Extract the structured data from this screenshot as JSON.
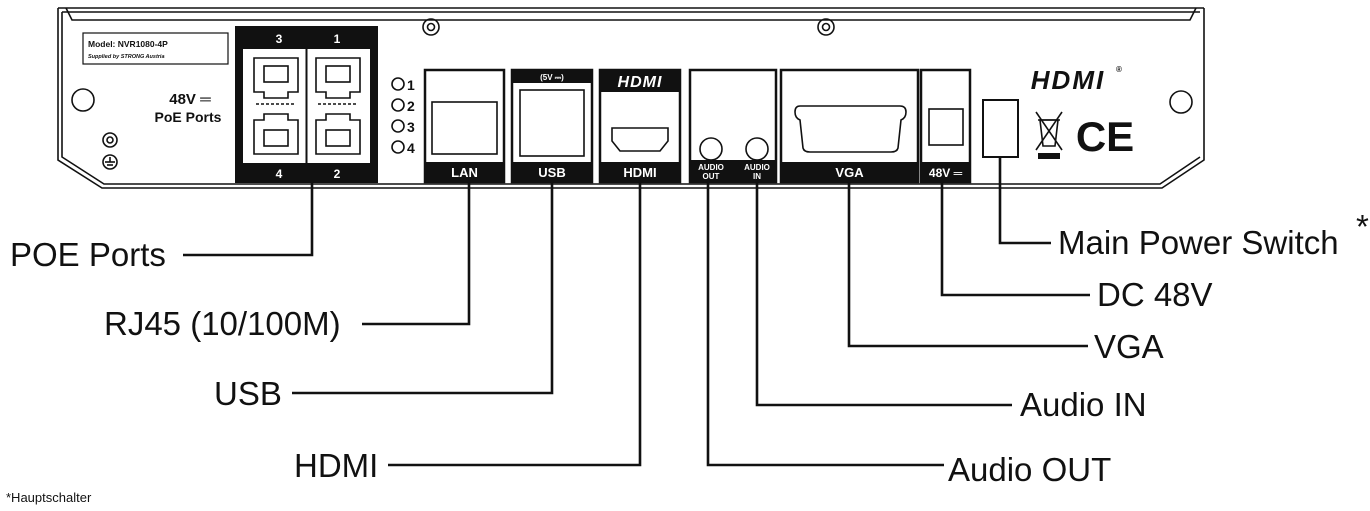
{
  "device": {
    "model": "Model: NVR1080-4P",
    "supplier": "Supplied by STRONG Austria",
    "poe_voltage": "48V ═",
    "poe_label": "PoE Ports",
    "poe_top_numbers": [
      "3",
      "1"
    ],
    "poe_bottom_numbers": [
      "4",
      "2"
    ],
    "leds": [
      "1",
      "2",
      "3",
      "4"
    ],
    "usb_spec": "(5V ⎓)",
    "hdmi_logo": "HDMI",
    "hdmi_logo_right": "HDMI",
    "registered_mark": "®",
    "ce_mark": "CE",
    "ground_icon": "ground-symbol",
    "weee_icon": "crossed-bin",
    "port_labels": {
      "lan": "LAN",
      "usb": "USB",
      "hdmi": "HDMI",
      "audio_out_1": "AUDIO",
      "audio_out_2": "OUT",
      "audio_in_1": "AUDIO",
      "audio_in_2": "IN",
      "vga": "VGA",
      "dc": "48V ═"
    }
  },
  "callouts": {
    "poe": "POE Ports",
    "rj45": "RJ45 (10/100M)",
    "usb": "USB",
    "hdmi": "HDMI",
    "power_switch": "Main Power Switch",
    "power_switch_mark": "*",
    "dc": "DC 48V",
    "vga": "VGA",
    "audio_in": "Audio IN",
    "audio_out": "Audio OUT"
  },
  "footnote": "*Hauptschalter"
}
